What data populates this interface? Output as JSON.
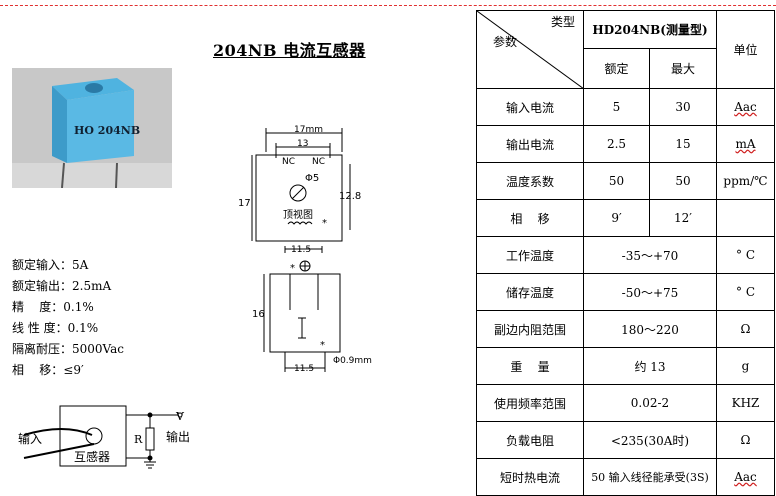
{
  "title": "204NB 电流互感器",
  "photo": {
    "label": "HO 204NB"
  },
  "specs": [
    "额定输入：5A",
    "额定输出：2.5mA",
    "精    度：0.1%",
    "线 性 度：0.1%",
    "隔离耐压：5000Vac",
    "相    移：≤9′"
  ],
  "dims": {
    "w17": "17mm",
    "w13": "13",
    "h17": "17",
    "h128": "12.8",
    "nc": "NC",
    "phi5": "Φ5",
    "topview": "顶视图",
    "w115": "11.5",
    "h16": "16",
    "w115b": "11.5",
    "pin": "Φ0.9mm",
    "star": "*"
  },
  "circuit": {
    "input": "输入",
    "transformer": "互感器",
    "r": "R",
    "v": "V",
    "output": "输出"
  },
  "table": {
    "corner_type": "类型",
    "corner_param": "参数",
    "model": "HD204NB(测量型)",
    "unit_header": "单位",
    "rated": "额定",
    "max": "最大",
    "rows": [
      {
        "param": "输入电流",
        "rated": "5",
        "max": "30",
        "unit": "Aac"
      },
      {
        "param": "输出电流",
        "rated": "2.5",
        "max": "15",
        "unit": "mA"
      },
      {
        "param": "温度系数",
        "rated": "50",
        "max": "50",
        "unit": "ppm/℃"
      },
      {
        "param": "相    移",
        "rated": "9′",
        "max": "12′",
        "unit": ""
      },
      {
        "param": "工作温度",
        "value": "-35～+70",
        "unit": "° C"
      },
      {
        "param": "储存温度",
        "value": "-50～+75",
        "unit": "° C"
      },
      {
        "param": "副边内阻范围",
        "value": "180～220",
        "unit": "Ω"
      },
      {
        "param": "重    量",
        "value": "约 13",
        "unit": "g"
      },
      {
        "param": "使用频率范围",
        "value": "0.02-2",
        "unit": "KHZ"
      },
      {
        "param": "负载电阻",
        "value": "<235(30A时)",
        "unit": "Ω"
      },
      {
        "param": "短时热电流",
        "value": "50 输入线径能承受(3S)",
        "unit": "Aac"
      }
    ]
  }
}
